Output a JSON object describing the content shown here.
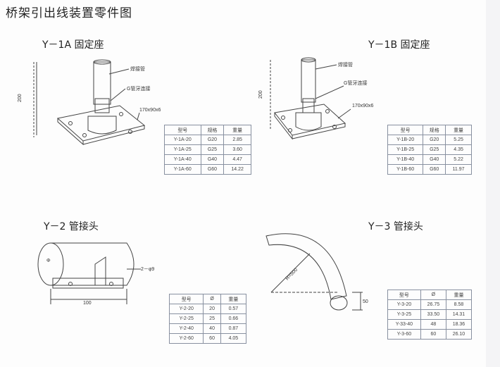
{
  "title": "桥架引出线装置零件图",
  "sections": {
    "y1a": {
      "heading": "Y－1A 固定座",
      "labels": {
        "weld_pipe": "焊接管",
        "g_thread": "G管牙连接",
        "plate": "170x90x6",
        "height": "200"
      },
      "table": {
        "headers": [
          "型号",
          "规格",
          "重量"
        ],
        "rows": [
          [
            "Y-1A-20",
            "G20",
            "2.85"
          ],
          [
            "Y-1A-25",
            "G25",
            "3.60"
          ],
          [
            "Y-1A-40",
            "G40",
            "4.47"
          ],
          [
            "Y-1A-60",
            "G60",
            "14.22"
          ]
        ]
      }
    },
    "y1b": {
      "heading": "Y－1B 固定座",
      "labels": {
        "weld_pipe": "焊接管",
        "g_thread": "G管牙连接",
        "plate": "170x90x6",
        "height": "200"
      },
      "table": {
        "headers": [
          "型号",
          "规格",
          "重量"
        ],
        "rows": [
          [
            "Y-1B-20",
            "G20",
            "5.25"
          ],
          [
            "Y-1B-25",
            "G25",
            "4.35"
          ],
          [
            "Y-1B-40",
            "G40",
            "5.22"
          ],
          [
            "Y-1B-60",
            "G60",
            "11.97"
          ]
        ]
      }
    },
    "y2": {
      "heading": "Y－2 管接头",
      "labels": {
        "hole": "2－φ9",
        "length": "100",
        "diameter": "Φ"
      },
      "table": {
        "headers": [
          "型号",
          "Ø",
          "重量"
        ],
        "rows": [
          [
            "Y-2-20",
            "20",
            "0.57"
          ],
          [
            "Y-2-25",
            "25",
            "0.66"
          ],
          [
            "Y-2-40",
            "40",
            "0.87"
          ],
          [
            "Y-2-60",
            "60",
            "4.05"
          ]
        ]
      }
    },
    "y3": {
      "heading": "Y－3 管接头",
      "labels": {
        "radius": "R=500",
        "dim": "50"
      },
      "table": {
        "headers": [
          "型号",
          "Ø",
          "重量"
        ],
        "rows": [
          [
            "Y-3-20",
            "26.75",
            "8.58"
          ],
          [
            "Y-3-25",
            "33.50",
            "14.31"
          ],
          [
            "Y-33-40",
            "48",
            "18.36"
          ],
          [
            "Y-3-60",
            "60",
            "26.10"
          ]
        ]
      }
    }
  }
}
